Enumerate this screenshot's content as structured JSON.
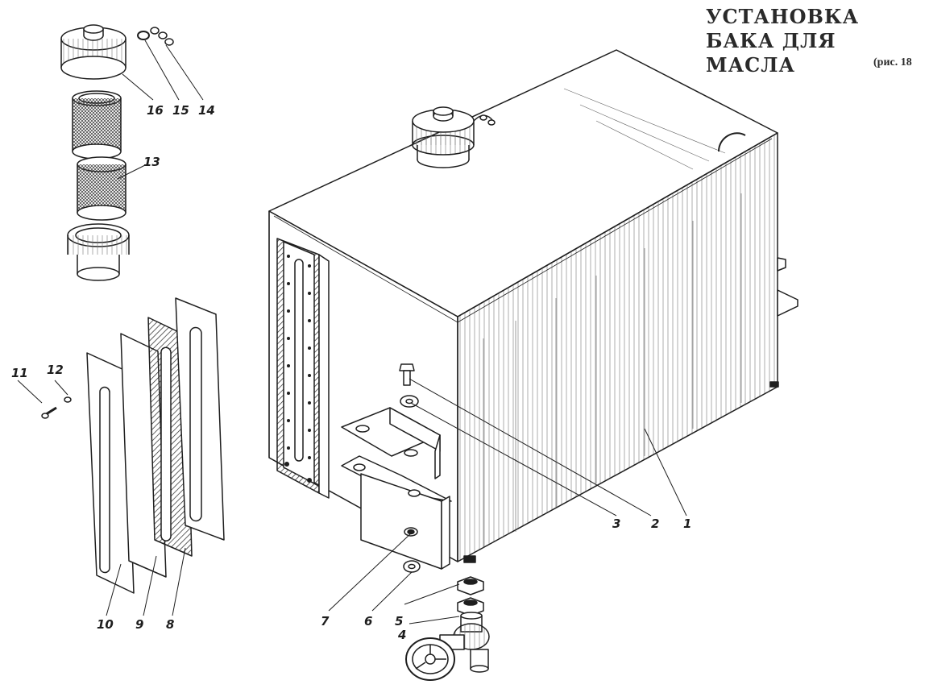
{
  "title": {
    "line1": "УСТАНОВКА",
    "line2": "БАКА ДЛЯ МАСЛА",
    "figure_ref": "(рис. 18"
  },
  "callouts": {
    "c1": "1",
    "c2": "2",
    "c3": "3",
    "c4": "4",
    "c5": "5",
    "c6": "6",
    "c7": "7",
    "c8": "8",
    "c9": "9",
    "c10": "10",
    "c11": "11",
    "c12": "12",
    "c13": "13",
    "c14": "14",
    "c15": "15",
    "c16": "16"
  },
  "colors": {
    "ink": "#1e1e1e",
    "paper": "#ffffff",
    "rubber": "#3a3a3a"
  }
}
